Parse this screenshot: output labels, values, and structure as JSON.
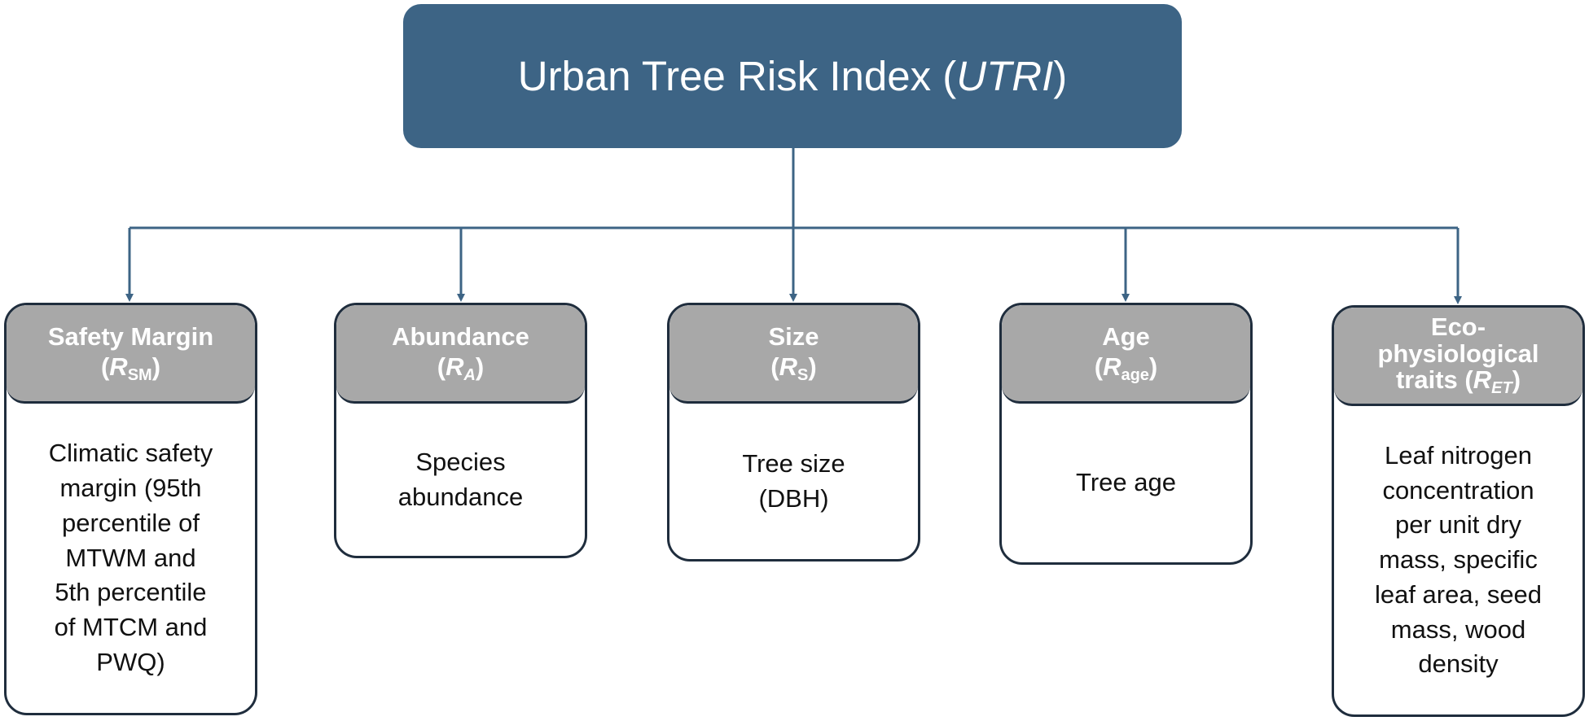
{
  "title": {
    "main": "Urban Tree Risk Index (",
    "abbr": "UTRI",
    "close": ")"
  },
  "colors": {
    "title_fill": "#3d6485",
    "connector": "#3d6485",
    "header_fill": "#a8a8a8",
    "border": "#1f2d3d"
  },
  "components": [
    {
      "heading": "Safety Margin",
      "symbol": "R",
      "subscript": "SM",
      "description": "Climatic safety\nmargin (95th\npercentile of\nMTWM and\n5th percentile\nof MTCM and\nPWQ)"
    },
    {
      "heading": "Abundance",
      "symbol": "R",
      "subscript": "A",
      "description": "Species\nabundance"
    },
    {
      "heading": "Size",
      "symbol": "R",
      "subscript": "S",
      "description": "Tree size\n(DBH)"
    },
    {
      "heading": "Age",
      "symbol": "R",
      "subscript": "age",
      "description": "Tree age"
    },
    {
      "heading": "Eco-\nphysiological\ntraits",
      "symbol": "R",
      "subscript": "ET",
      "description": "Leaf nitrogen\nconcentration\nper unit dry\nmass, specific\nleaf area, seed\nmass, wood\ndensity"
    }
  ]
}
